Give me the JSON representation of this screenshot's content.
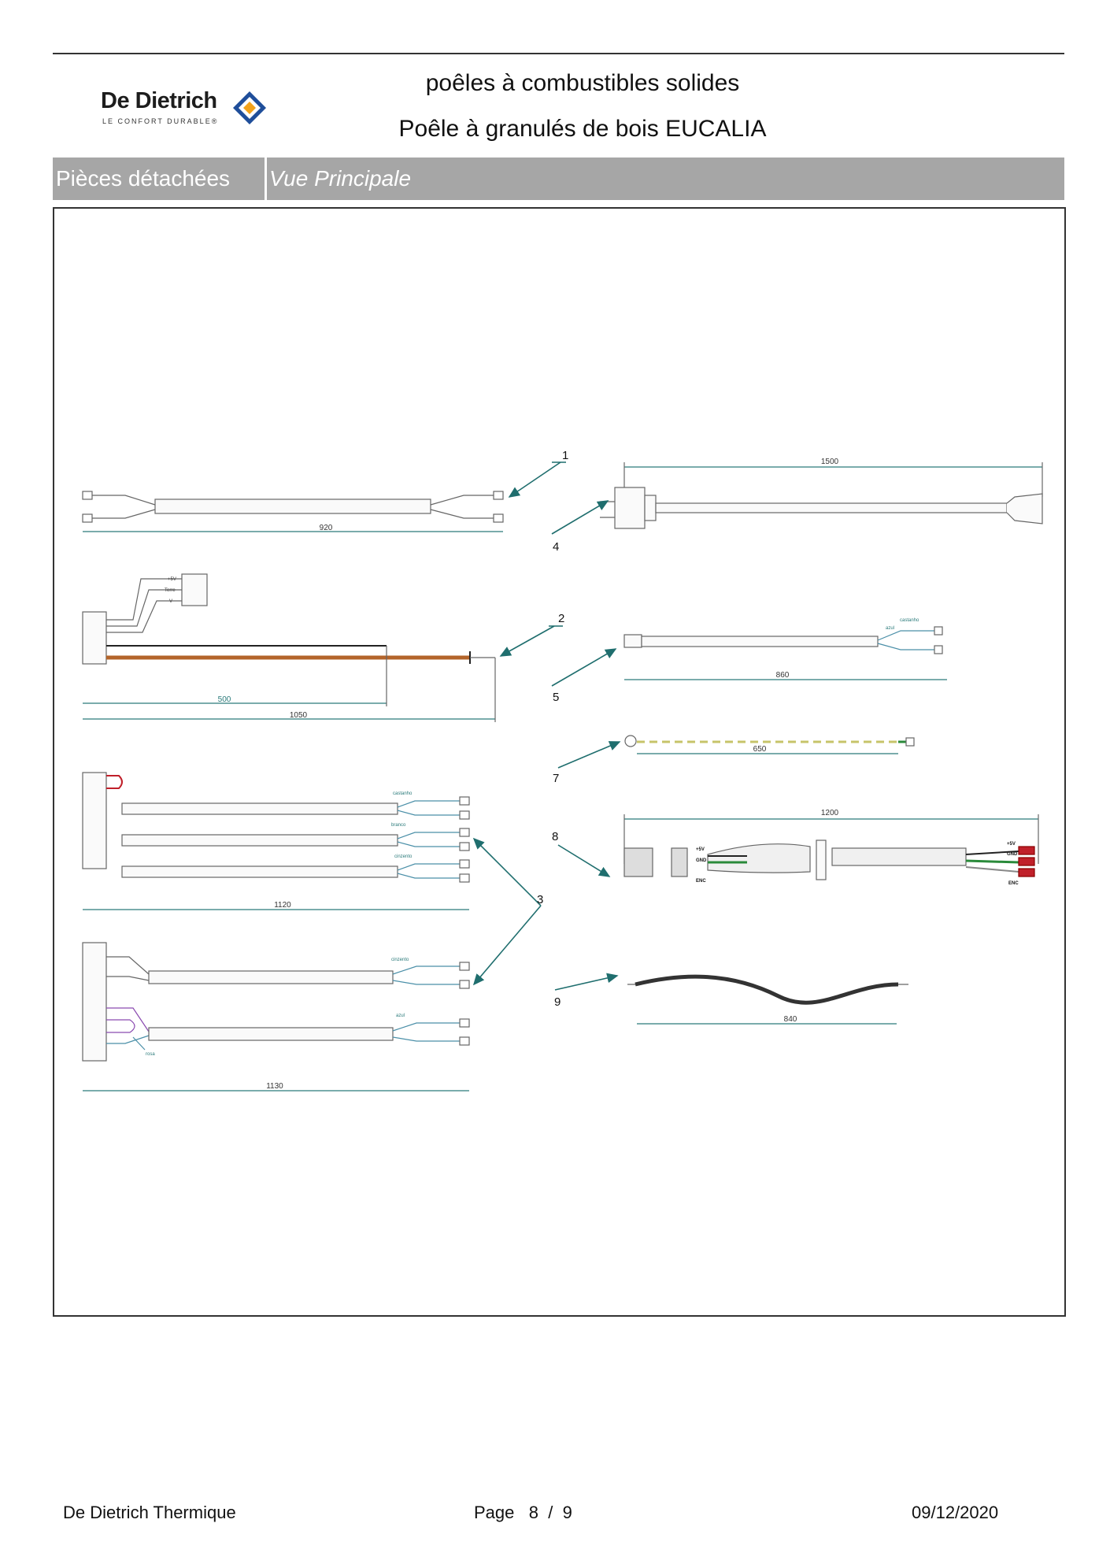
{
  "header": {
    "brand": "De Dietrich",
    "tagline": "LE CONFORT DURABLE®",
    "title_line1": "poêles à combustibles solides",
    "title_line2": "Poêle à granulés de bois EUCALIA",
    "section_label": "Pièces détachées",
    "view_label": "Vue Principale"
  },
  "drawing": {
    "callouts": [
      "1",
      "2",
      "3",
      "4",
      "5",
      "7",
      "8",
      "9"
    ],
    "dimensions": {
      "d920": "920",
      "d1500": "1500",
      "d500": "500",
      "d1050": "1050",
      "d860": "860",
      "d650": "650",
      "d1200": "1200",
      "d1120": "1120",
      "d840": "840",
      "d1130": "1130"
    },
    "wire_labels": {
      "castanho": "castanho",
      "branco": "branco",
      "cinzento": "cinzento",
      "cinzento_b": "cinzento",
      "azul": "azul",
      "rosa": "rosa",
      "castanho_5": "castanho",
      "azul_5": "azul",
      "plus5v_l": "+5V",
      "gnd_l": "GND",
      "enc_l": "ENC",
      "plus5v_r": "+5V",
      "gnd_r": "GND",
      "enc_r": "ENC",
      "c2_a": "+5V",
      "c2_b": "Terre",
      "c2_c": "V"
    }
  },
  "footer": {
    "company": "De Dietrich Thermique",
    "page_label": "Page",
    "page_current": "8",
    "page_sep": "/",
    "page_total": "9",
    "date": "09/12/2020"
  }
}
